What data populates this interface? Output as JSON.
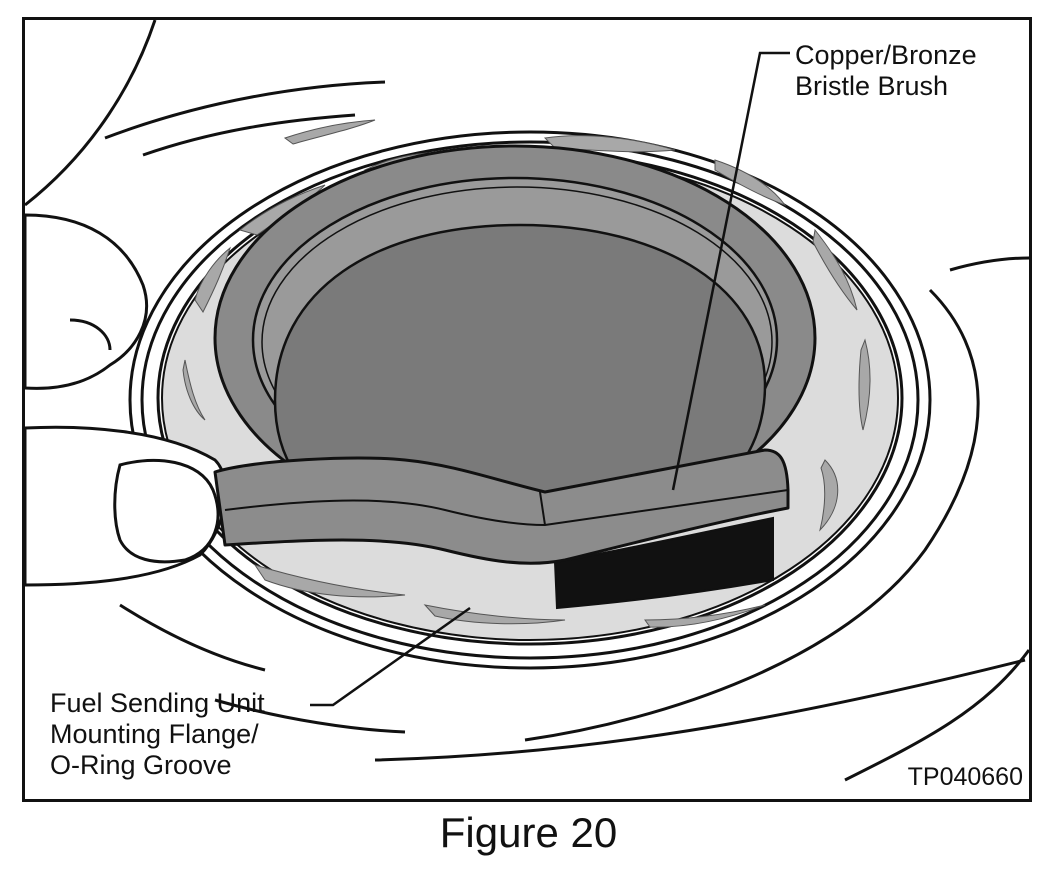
{
  "figure": {
    "caption": "Figure 20",
    "code": "TP040660"
  },
  "callouts": {
    "brush": "Copper/Bronze\nBristle Brush",
    "flange": "Fuel Sending Unit\nMounting Flange/\nO-Ring Groove"
  },
  "colors": {
    "line": "#111111",
    "flange_fill": "#dcdcdc",
    "deposit": "#a8a8a8",
    "ring": "#8a8a8a",
    "well": "#7a7a7a",
    "brush_handle": "#8c8c8c",
    "bristles": "#111111"
  },
  "icons": [
    "hand",
    "wire-brush",
    "fuel-tank-opening"
  ]
}
